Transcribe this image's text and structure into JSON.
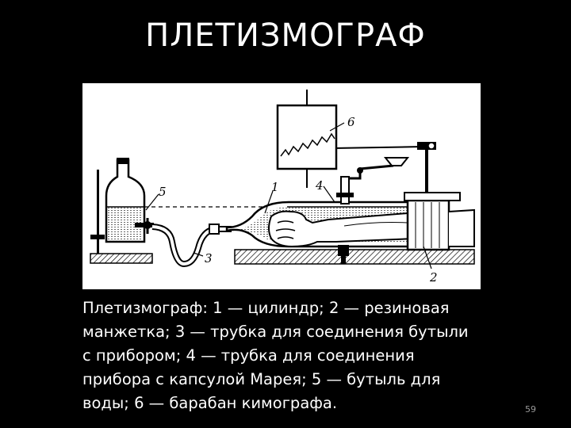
{
  "slide": {
    "title": "ПЛЕТИЗМОГРАФ",
    "caption": "Плетизмограф: 1 — цилиндр; 2 — резиновая манжетка; 3 — трубка для соединения бутыли с прибором; 4 — трубка для соединения прибора с капсулой Марея; 5 — бутыль для воды; 6 — барабан кимографа.",
    "page_number": "59"
  },
  "figure": {
    "labels": {
      "l1": "1",
      "l2": "2",
      "l3": "3",
      "l4": "4",
      "l5": "5",
      "l6": "6"
    }
  },
  "colors": {
    "background": "#000000",
    "text": "#ffffff",
    "figure_bg": "#ffffff",
    "ink": "#000000"
  }
}
